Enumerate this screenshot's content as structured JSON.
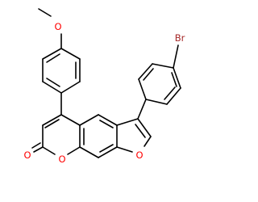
{
  "molecule": {
    "atoms": {
      "methoxy_o": {
        "symbol": "O",
        "color": "#ff0000"
      },
      "bromine": {
        "symbol": "Br",
        "color": "#a62929"
      },
      "furan_o": {
        "symbol": "O",
        "color": "#ff0000"
      },
      "pyranone_ring_o": {
        "symbol": "O",
        "color": "#ff0000"
      },
      "carbonyl_o": {
        "symbol": "O",
        "color": "#ff0000"
      }
    },
    "bond_color": "#000000"
  }
}
